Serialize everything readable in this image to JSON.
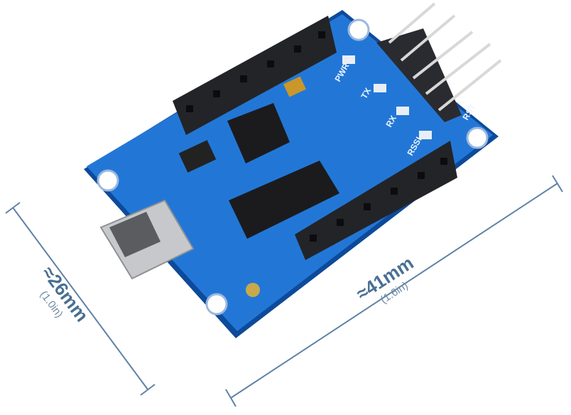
{
  "height_dimension": {
    "metric": "≈26mm",
    "imperial": "(1.0in)"
  },
  "width_dimension": {
    "metric": "≈41mm",
    "imperial": "(1.6in)"
  },
  "board_labels": [
    "PWR",
    "TX",
    "RX",
    "RSSI",
    "RST"
  ],
  "colors": {
    "pcb": "#1f6fd0",
    "pcb_edge": "#0d4a9a",
    "dimension_line": "#4a6f93",
    "header": "#222428"
  }
}
